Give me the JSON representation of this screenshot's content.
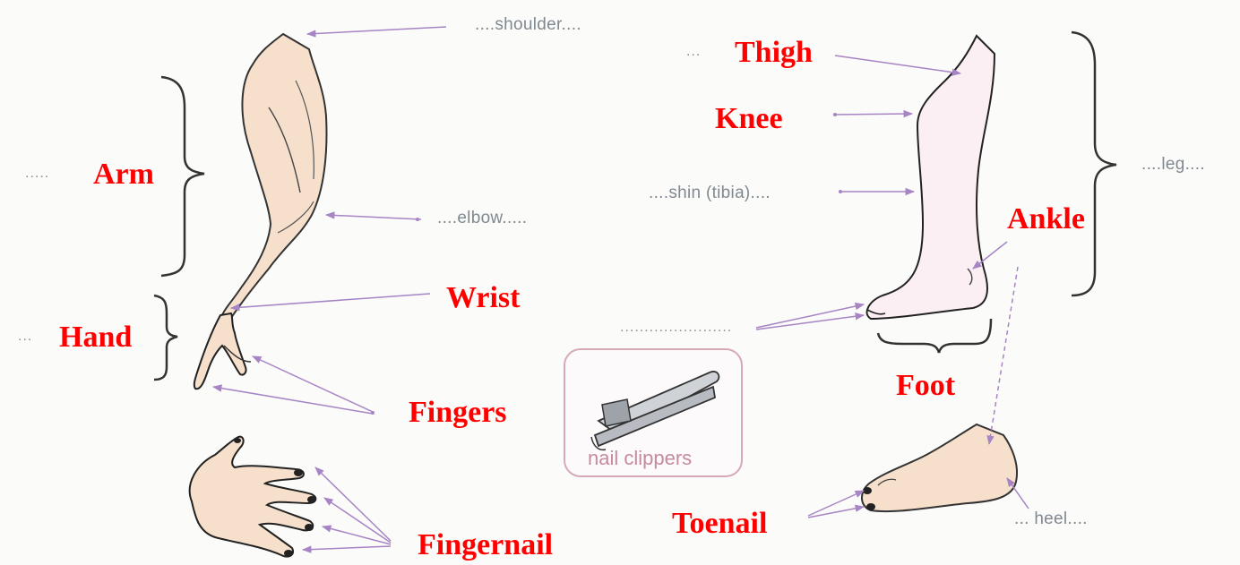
{
  "colors": {
    "label_red": "#ff0000",
    "handwriting_gray": "#808890",
    "arrow_purple": "#a784c4",
    "skin": "#f6e0cc",
    "outline": "#222222"
  },
  "labels": {
    "arm": "Arm",
    "hand": "Hand",
    "wrist": "Wrist",
    "fingers": "Fingers",
    "fingernail": "Fingernail",
    "thigh": "Thigh",
    "knee": "Knee",
    "ankle": "Ankle",
    "foot": "Foot",
    "toenail": "Toenail"
  },
  "handwritten": {
    "shoulder": "....shoulder....",
    "elbow": "....elbow.....",
    "shin": "....shin (tibia)....",
    "leg": "....leg....",
    "heel": "... heel...."
  },
  "blanks": {
    "arm": ".....",
    "hand": "...",
    "thigh": "...",
    "toes": "......................."
  },
  "picture": {
    "nail_clippers": "nail clippers"
  }
}
